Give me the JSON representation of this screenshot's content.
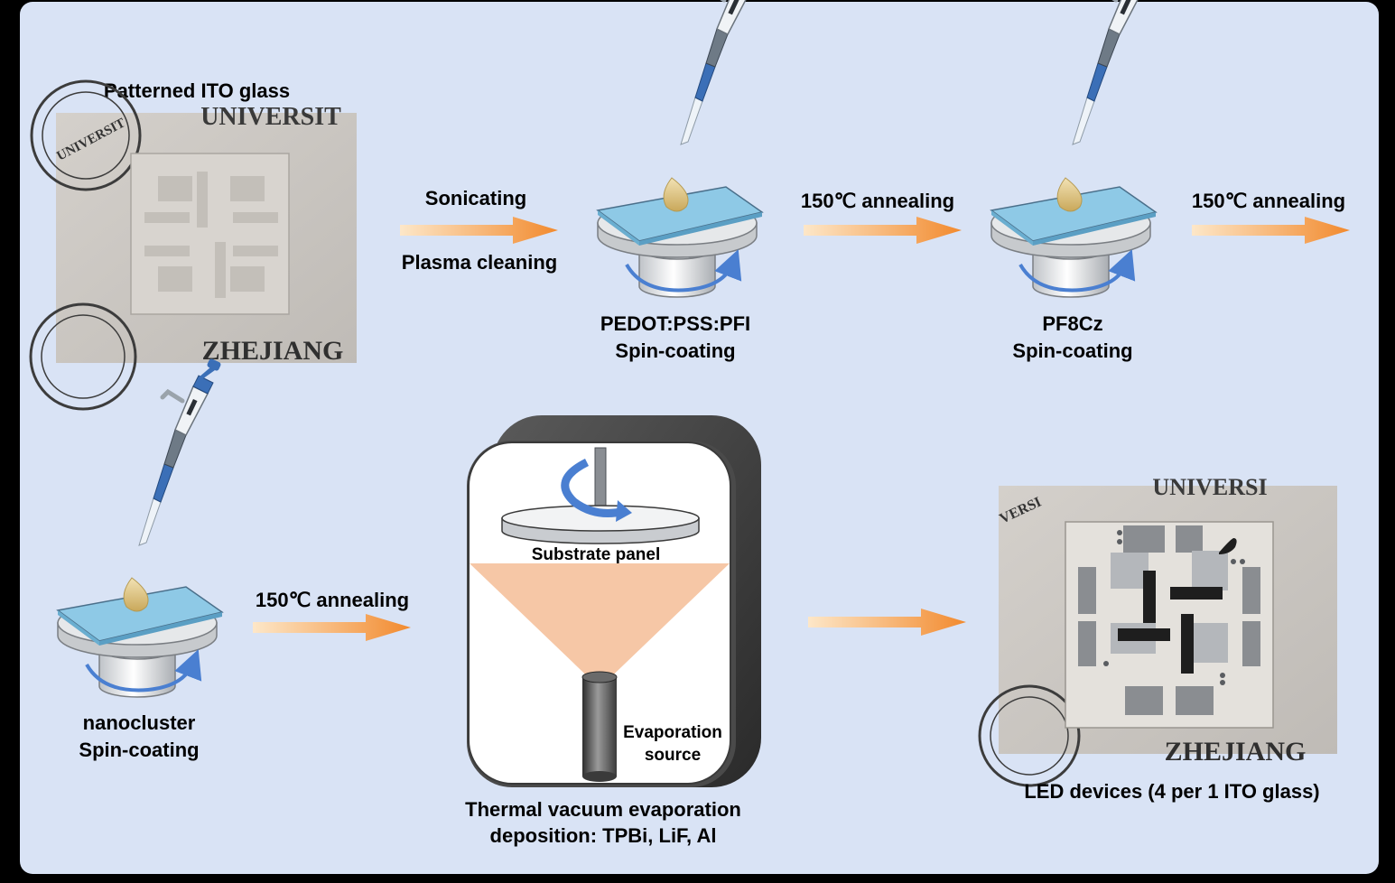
{
  "colors": {
    "background_panel": "#d9e3f5",
    "arrow_start": "#fde7c8",
    "arrow_end": "#f28a2e",
    "glass": "#8ec9e6",
    "cone": "#f6c7a6",
    "rotation_arrow": "#4a7fd1"
  },
  "labels": {
    "patterned_ito": "Patterned ITO glass",
    "sonicating": "Sonicating",
    "plasma_cleaning": "Plasma cleaning",
    "pedot_line1": "PEDOT:PSS:PFI",
    "pedot_line2": "Spin-coating",
    "annealing_1": "150℃ annealing",
    "pf8cz_line1": "PF8Cz",
    "pf8cz_line2": "Spin-coating",
    "annealing_2": "150℃ annealing",
    "nanocluster_line1": "nanocluster",
    "nanocluster_line2": "Spin-coating",
    "annealing_3": "150℃ annealing",
    "substrate_panel": "Substrate panel",
    "evaporation_line1": "Evaporation",
    "evaporation_line2": "source",
    "thermal_line1": "Thermal vacuum evaporation",
    "thermal_line2": "deposition: TPBi, LiF, Al",
    "led_devices": "LED devices (4 per 1 ITO glass)"
  },
  "photo_text": {
    "ito_top": "UNIVERSIT",
    "ito_bottom": "ZHEJIANG",
    "ito_seal": "UNIVERSIT",
    "led_top": "UNIVERSI",
    "led_bottom": "ZHEJIANG",
    "led_seal": "VERSI"
  }
}
